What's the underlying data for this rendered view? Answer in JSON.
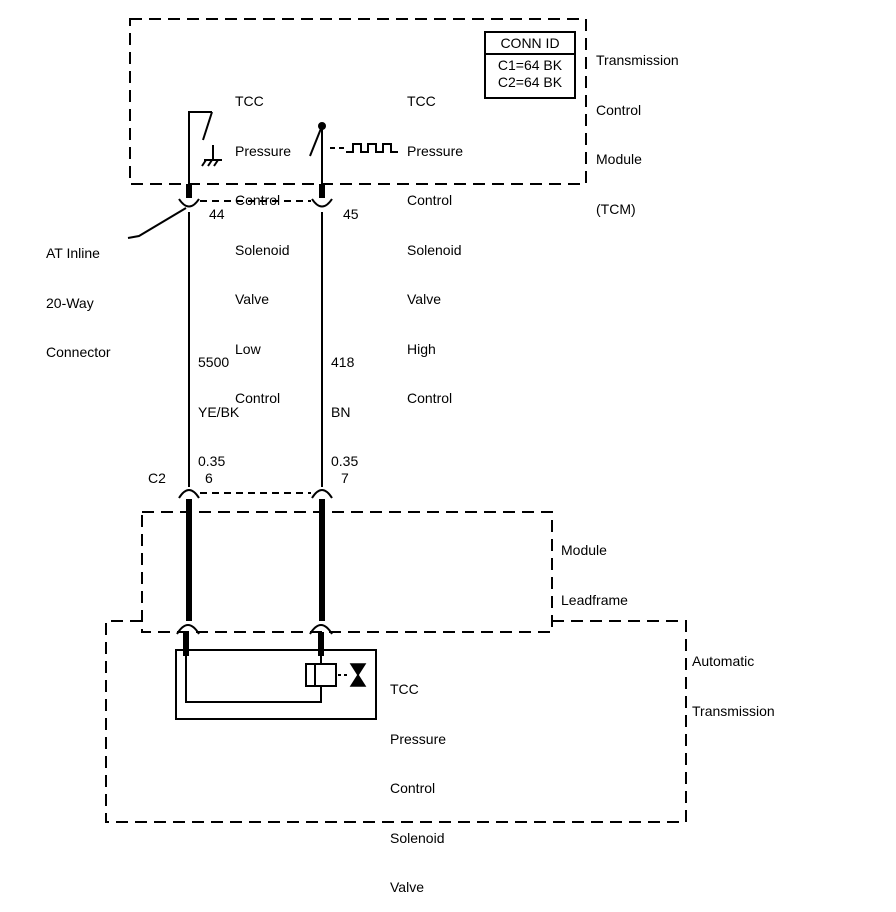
{
  "tcm": {
    "title": [
      "Transmission",
      "Control",
      "Module",
      "(TCM)"
    ],
    "conn_id": {
      "header": "CONN ID",
      "rows": [
        "C1=64 BK",
        "C2=64 BK"
      ]
    },
    "low_control_label": [
      "TCC",
      "Pressure",
      "Control",
      "Solenoid",
      "Valve",
      "Low",
      "Control"
    ],
    "high_control_label": [
      "TCC",
      "Pressure",
      "Control",
      "Solenoid",
      "Valve",
      "High",
      "Control"
    ]
  },
  "inline_connector": {
    "label": [
      "AT Inline",
      "20-Way",
      "Connector"
    ],
    "pin_left": "44",
    "pin_right": "45"
  },
  "wires": [
    {
      "circuit": "5500",
      "color": "YE/BK",
      "gauge": "0.35"
    },
    {
      "circuit": "418",
      "color": "BN",
      "gauge": "0.35"
    }
  ],
  "c2_connector": {
    "label": "C2",
    "pin_left": "6",
    "pin_right": "7"
  },
  "module_leadframe": {
    "label": [
      "Module",
      "Leadframe"
    ]
  },
  "automatic_transmission": {
    "label": [
      "Automatic",
      "Transmission"
    ]
  },
  "solenoid": {
    "label": [
      "TCC",
      "Pressure",
      "Control",
      "Solenoid",
      "Valve"
    ]
  }
}
